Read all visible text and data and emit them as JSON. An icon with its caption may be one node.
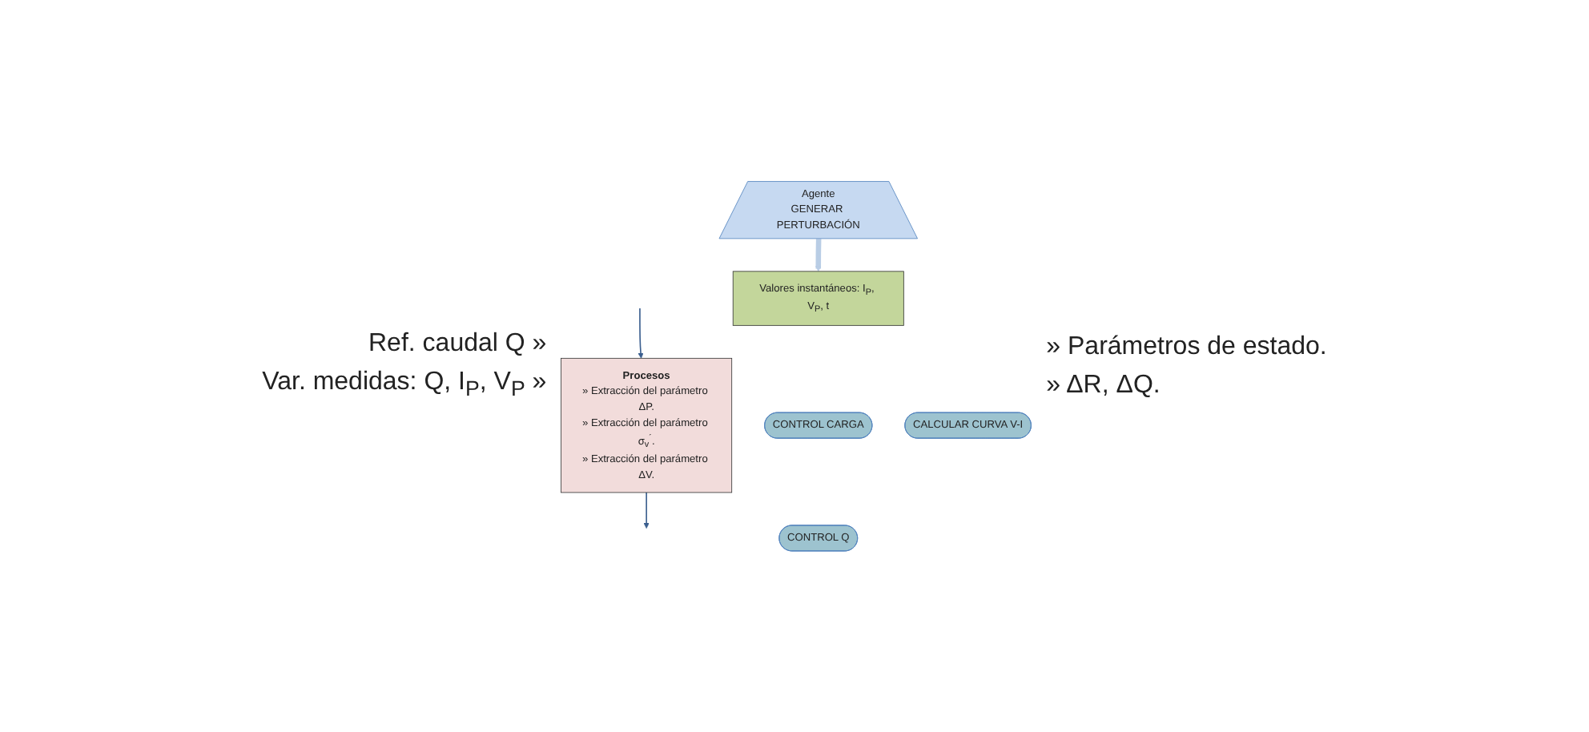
{
  "diagram": {
    "nodes": [
      {
        "text": [
          "Agente",
          "GENERAR PERTURBACIÓN"
        ]
      },
      {
        "text": [
          "Valores instantáneos: I$_{P}$, V$_{P}$, t"
        ]
      },
      {
        "text": [
          "Procesos",
          "» Extracción del parámetro ΔP.",
          "» Extracción del parámetro σ$_{v}$$^{´}$.",
          "» Extracción del parámetro ΔV."
        ]
      },
      {
        "text": [
          "CONTROL CARGA"
        ]
      },
      {
        "text": [
          "CONTROL Q"
        ]
      },
      {
        "text": [
          "CALCULAR CURVA V-I"
        ]
      }
    ],
    "edges": [
      {
        "from": 0,
        "to": 1,
        "arrow": "to",
        "style": "thick",
        "color": "#b9cde5"
      },
      {
        "from": null,
        "to": 2,
        "arrow": "to"
      },
      {
        "from": 2,
        "to": null,
        "arrow": "to"
      }
    ],
    "labels": [
      "Ref. caudal Q »",
      "Var. medidas: Q, I$_{P}$, V$_{P}$ »",
      "» Parámetros de estado.",
      "» ΔR, ΔQ."
    ]
  }
}
